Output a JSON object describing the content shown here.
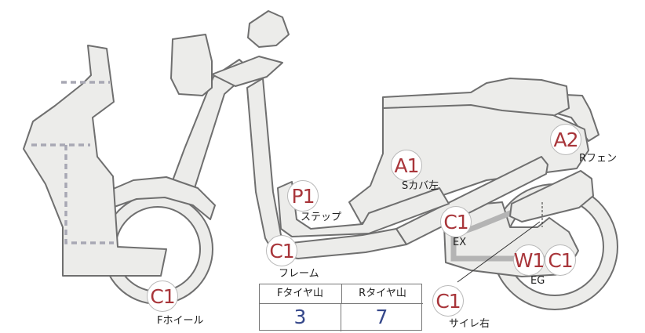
{
  "markers": [
    {
      "id": "front-wheel",
      "code": "C1",
      "label": "Fホイール"
    },
    {
      "id": "frame",
      "code": "C1",
      "label": "フレーム"
    },
    {
      "id": "step",
      "code": "P1",
      "label": "ステップ"
    },
    {
      "id": "side-cover-left",
      "code": "A1",
      "label": "Sカバ左"
    },
    {
      "id": "rear-fender",
      "code": "A2",
      "label": "Rフェン"
    },
    {
      "id": "exhaust",
      "code": "C1",
      "label": "EX"
    },
    {
      "id": "engine-w",
      "code": "W1",
      "label": ""
    },
    {
      "id": "engine-c",
      "code": "C1",
      "label": "EG"
    },
    {
      "id": "muffler-right",
      "code": "C1",
      "label": "サイレ右"
    }
  ],
  "tread_table": {
    "front_header": "Fタイヤ山",
    "rear_header": "Rタイヤ山",
    "front_value": "3",
    "rear_value": "7"
  },
  "colors": {
    "part_fill": "#ececea",
    "part_stroke": "#6f6f6f",
    "marker_text": "#a8353a",
    "table_value": "#35478a"
  }
}
